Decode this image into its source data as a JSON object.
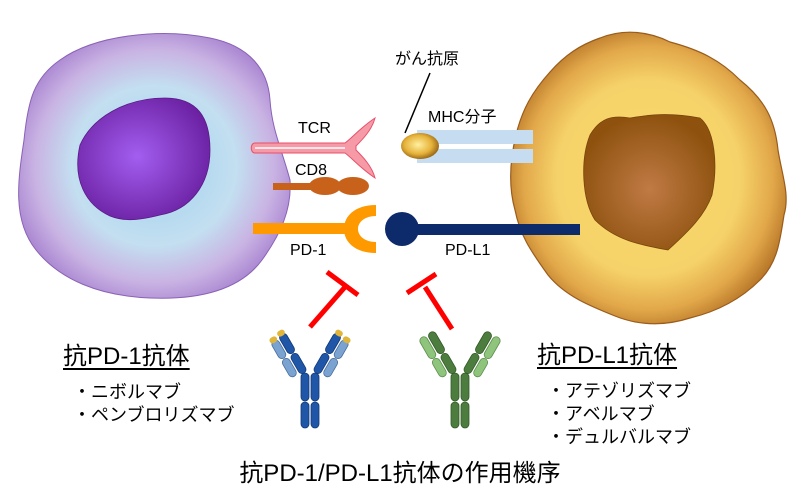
{
  "labels": {
    "tcr": "TCR",
    "cd8": "CD8",
    "pd1": "PD-1",
    "pdl1": "PD-L1",
    "mhc": "MHC分子",
    "antigen": "がん抗原"
  },
  "left_group": {
    "heading": "抗PD-1抗体",
    "drugs": [
      "ニボルマブ",
      "ペンブロリズマブ"
    ]
  },
  "right_group": {
    "heading": "抗PD-L1抗体",
    "drugs": [
      "アテゾリズマブ",
      "アベルマブ",
      "デュルバルマブ"
    ]
  },
  "caption": "抗PD-1/PD-L1抗体の作用機序",
  "colors": {
    "t_cell_membrane": "#b48fd6",
    "t_cell_cytoplasm": "#bfdcef",
    "t_cell_nucleus": "#7a2bb0",
    "tumor_membrane": "#c07a2a",
    "tumor_cytoplasm": "#f7cf5a",
    "tumor_nucleus": "#9a5a12",
    "tcr": "#f58a9a",
    "cd8": "#c8621a",
    "pd1": "#ff9900",
    "pdl1": "#0d2a6b",
    "mhc": "#c6dcf0",
    "inhibit": "#ff0000",
    "anti_pd1_antibody": "#1f56a8",
    "anti_pdl1_antibody": "#5e9a4e"
  }
}
